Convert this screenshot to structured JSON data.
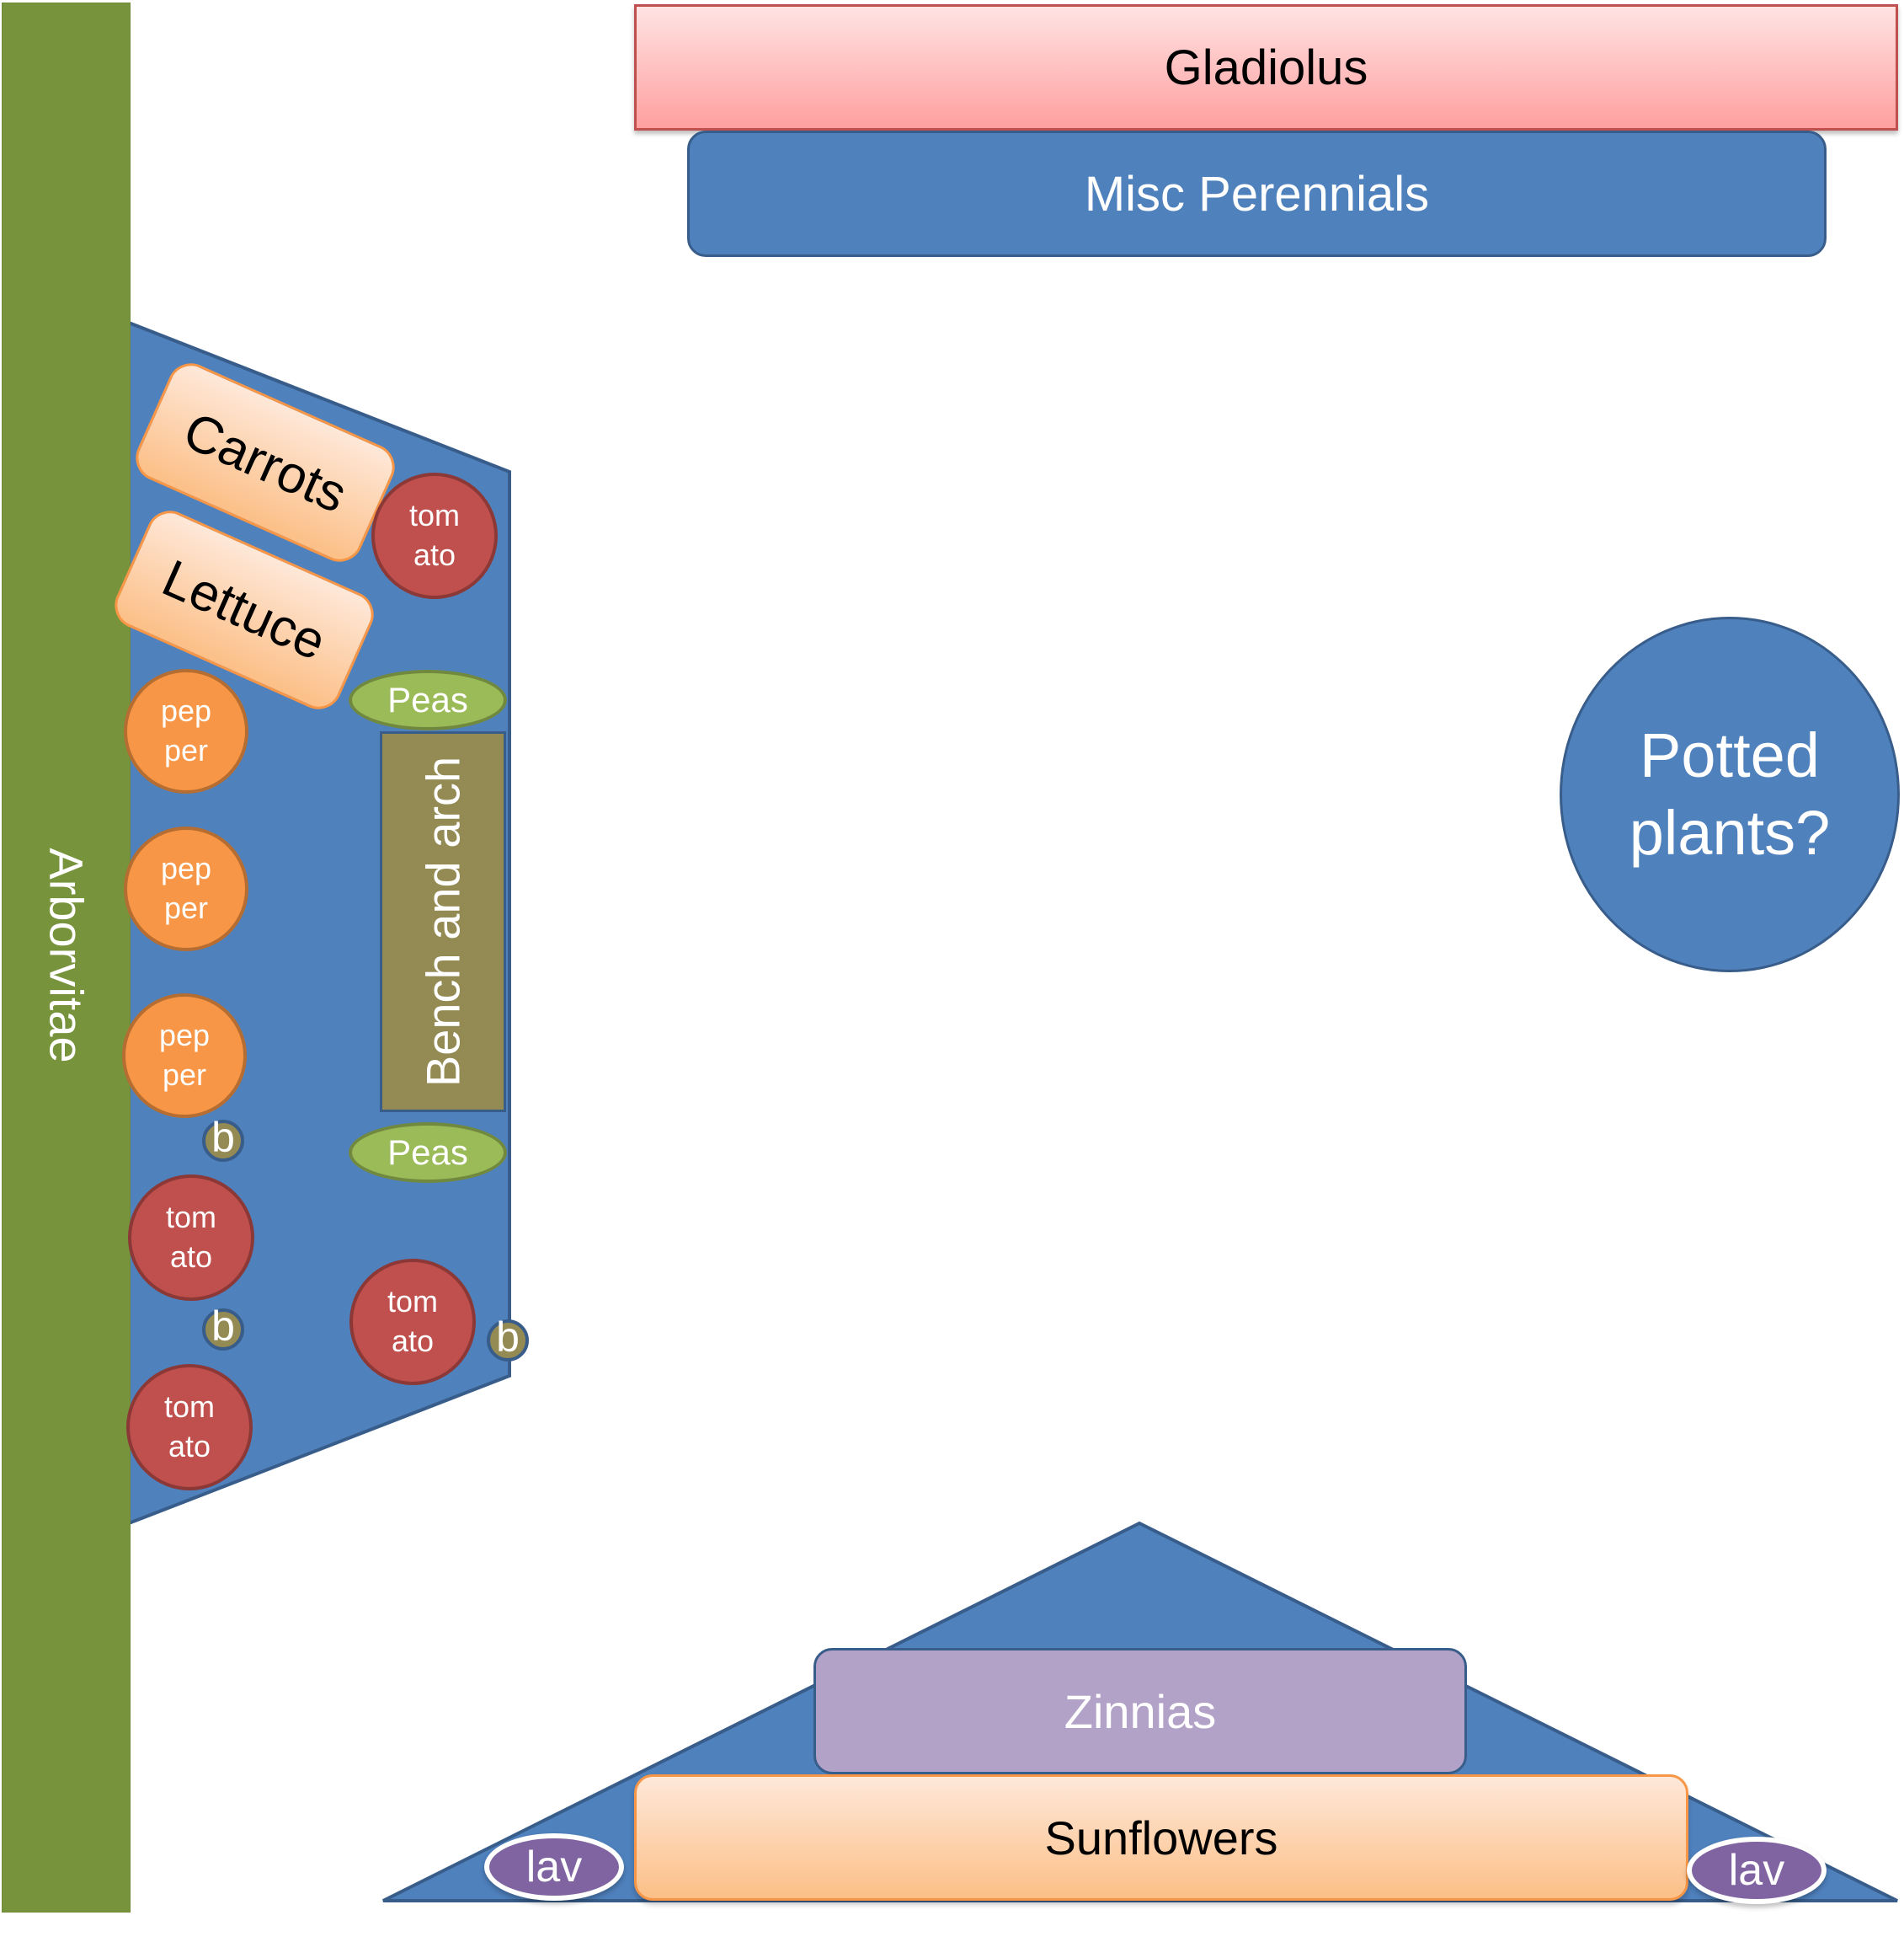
{
  "garden_plan": {
    "hedge": {
      "label": "Arborvitae",
      "color": "#77933c"
    },
    "top_beds": {
      "gladiolus": {
        "label": "Gladiolus",
        "color": "#ff9f9f"
      },
      "misc_perennials": {
        "label": "Misc Perennials",
        "color": "#4f81bd"
      }
    },
    "potted": {
      "label_line1": "Potted",
      "label_line2": "plants?"
    },
    "vegetable_bed": {
      "color": "#4f81bd",
      "carrots": "Carrots",
      "lettuce": "Lettuce",
      "tomatoes": [
        {
          "line1": "tom",
          "line2": "ato"
        },
        {
          "line1": "tom",
          "line2": "ato"
        },
        {
          "line1": "tom",
          "line2": "ato"
        },
        {
          "line1": "tom",
          "line2": "ato"
        }
      ],
      "peppers": [
        {
          "line1": "pep",
          "line2": "per"
        },
        {
          "line1": "pep",
          "line2": "per"
        },
        {
          "line1": "pep",
          "line2": "per"
        }
      ],
      "peas": [
        "Peas",
        "Peas"
      ],
      "bench": "Bench and arch",
      "b_markers": [
        "b",
        "b",
        "b"
      ]
    },
    "flower_bed": {
      "zinnias": "Zinnias",
      "sunflowers": "Sunflowers",
      "lavender": [
        "lav",
        "lav"
      ]
    },
    "colors": {
      "tomato": "#c0504d",
      "pepper": "#f79646",
      "peas": "#9bbb59",
      "bench": "#948a54",
      "zinnias": "#b2a2c7",
      "lavender": "#8064a2",
      "sunflowers": "#fcbf87"
    }
  }
}
